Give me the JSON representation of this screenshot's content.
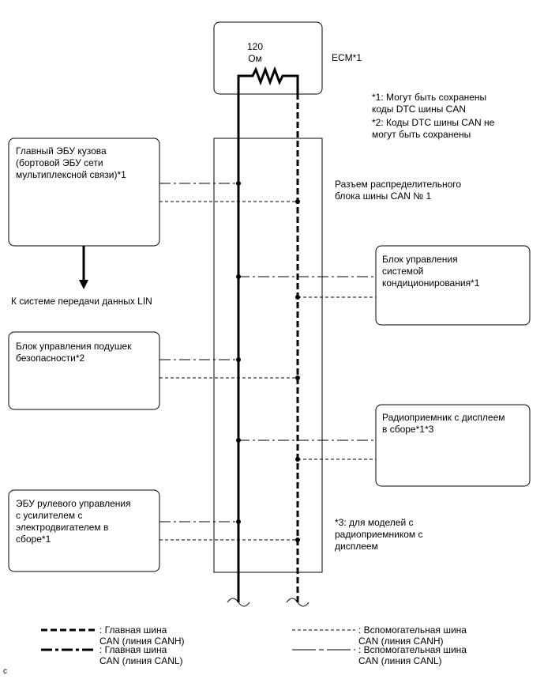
{
  "ecm": {
    "resistor_label": "120\nОм",
    "name": "ECM*1"
  },
  "notes": {
    "note1": "*1: Могут быть сохранены\nкоды DTC шины CAN",
    "note2": "*2: Коды DTC шины CAN не\nмогут быть сохранены",
    "note3": "*3: для моделей с\nрадиоприемником с\nдисплеем"
  },
  "connector_label": "Разъем распределительного\nблока шины CAN № 1",
  "lin_label": "К системе передачи данных LIN",
  "modules": {
    "body_ecu": "Главный ЭБУ кузова\n (бортовой ЭБУ сети\nмультиплексной связи)*1",
    "ac": "Блок управления\nсистемой\nкондиционирования*1",
    "airbag": "Блок управления подушек\nбезопасности*2",
    "radio": "Радиоприемник с дисплеем\nв сборе*1*3",
    "eps": "ЭБУ рулевого управления\nс усилителем с\nэлектродвигателем в\nсборе*1"
  },
  "legend": {
    "main_canh": ": Главная шина\nCAN (линия CANH)",
    "main_canl": ": Главная шина\nCAN (линия CANL)",
    "sub_canh": ": Вспомогательная шина\nCAN (линия CANH)",
    "sub_canl": ": Вспомогательная шина\nCAN (линия CANL)"
  },
  "corner_mark": "c"
}
